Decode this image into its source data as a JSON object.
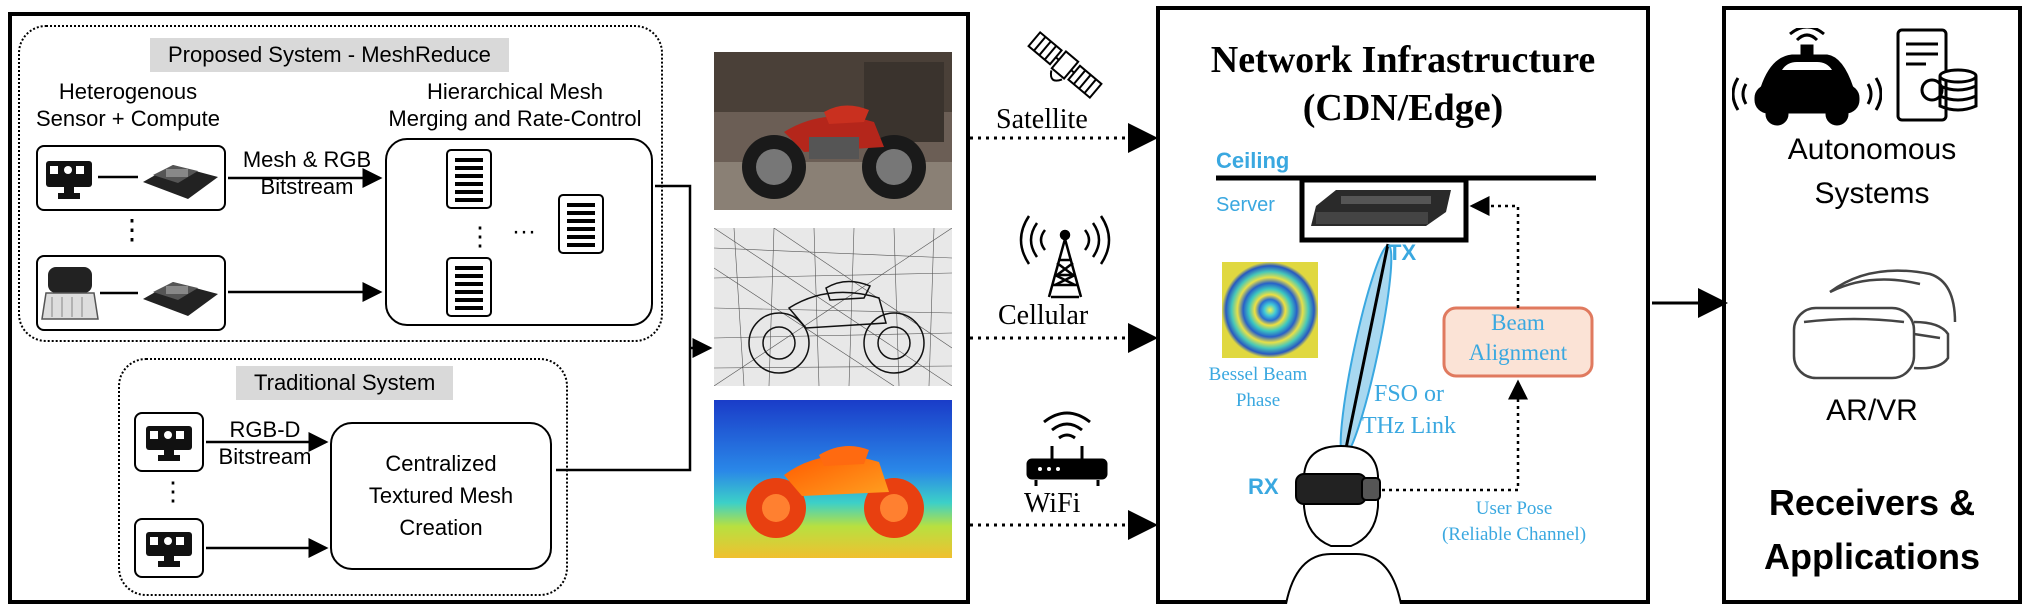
{
  "left_panel": {
    "proposed": {
      "title": "Proposed System - MeshReduce",
      "sensor_heading": "Heterogenous\nSensor + Compute",
      "merge_heading": "Hierarchical Mesh\nMerging and Rate-Control",
      "bitstream_label": "Mesh & RGB\nBitstream",
      "vertical_ellipsis": "⋮",
      "horizontal_ellipsis": "···"
    },
    "traditional": {
      "title": "Traditional System",
      "bitstream_label": "RGB-D\nBitstream",
      "central_box": "Centralized\nTextured Mesh\nCreation",
      "vertical_ellipsis": "⋮"
    }
  },
  "links": {
    "satellite": "Satellite",
    "cellular": "Cellular",
    "wifi": "WiFi"
  },
  "network": {
    "title": "Network Infrastructure\n(CDN/Edge)",
    "ceiling": "Ceiling",
    "server": "Server",
    "tx": "TX",
    "rx": "RX",
    "bessel": "Bessel Beam\nPhase",
    "link": "FSO or\nTHz Link",
    "beam_alignment": "Beam\nAlignment",
    "user_pose": "User Pose\n(Reliable Channel)"
  },
  "receivers": {
    "autonomous": "Autonomous\nSystems",
    "arvr": "AR/VR",
    "footer": "Receivers &\nApplications"
  },
  "colors": {
    "accent_blue": "#3aa8e0",
    "beam_box_fill": "#fbe3d6",
    "beam_box_border": "#e07a5f",
    "label_gray": "#d9d9d9"
  }
}
